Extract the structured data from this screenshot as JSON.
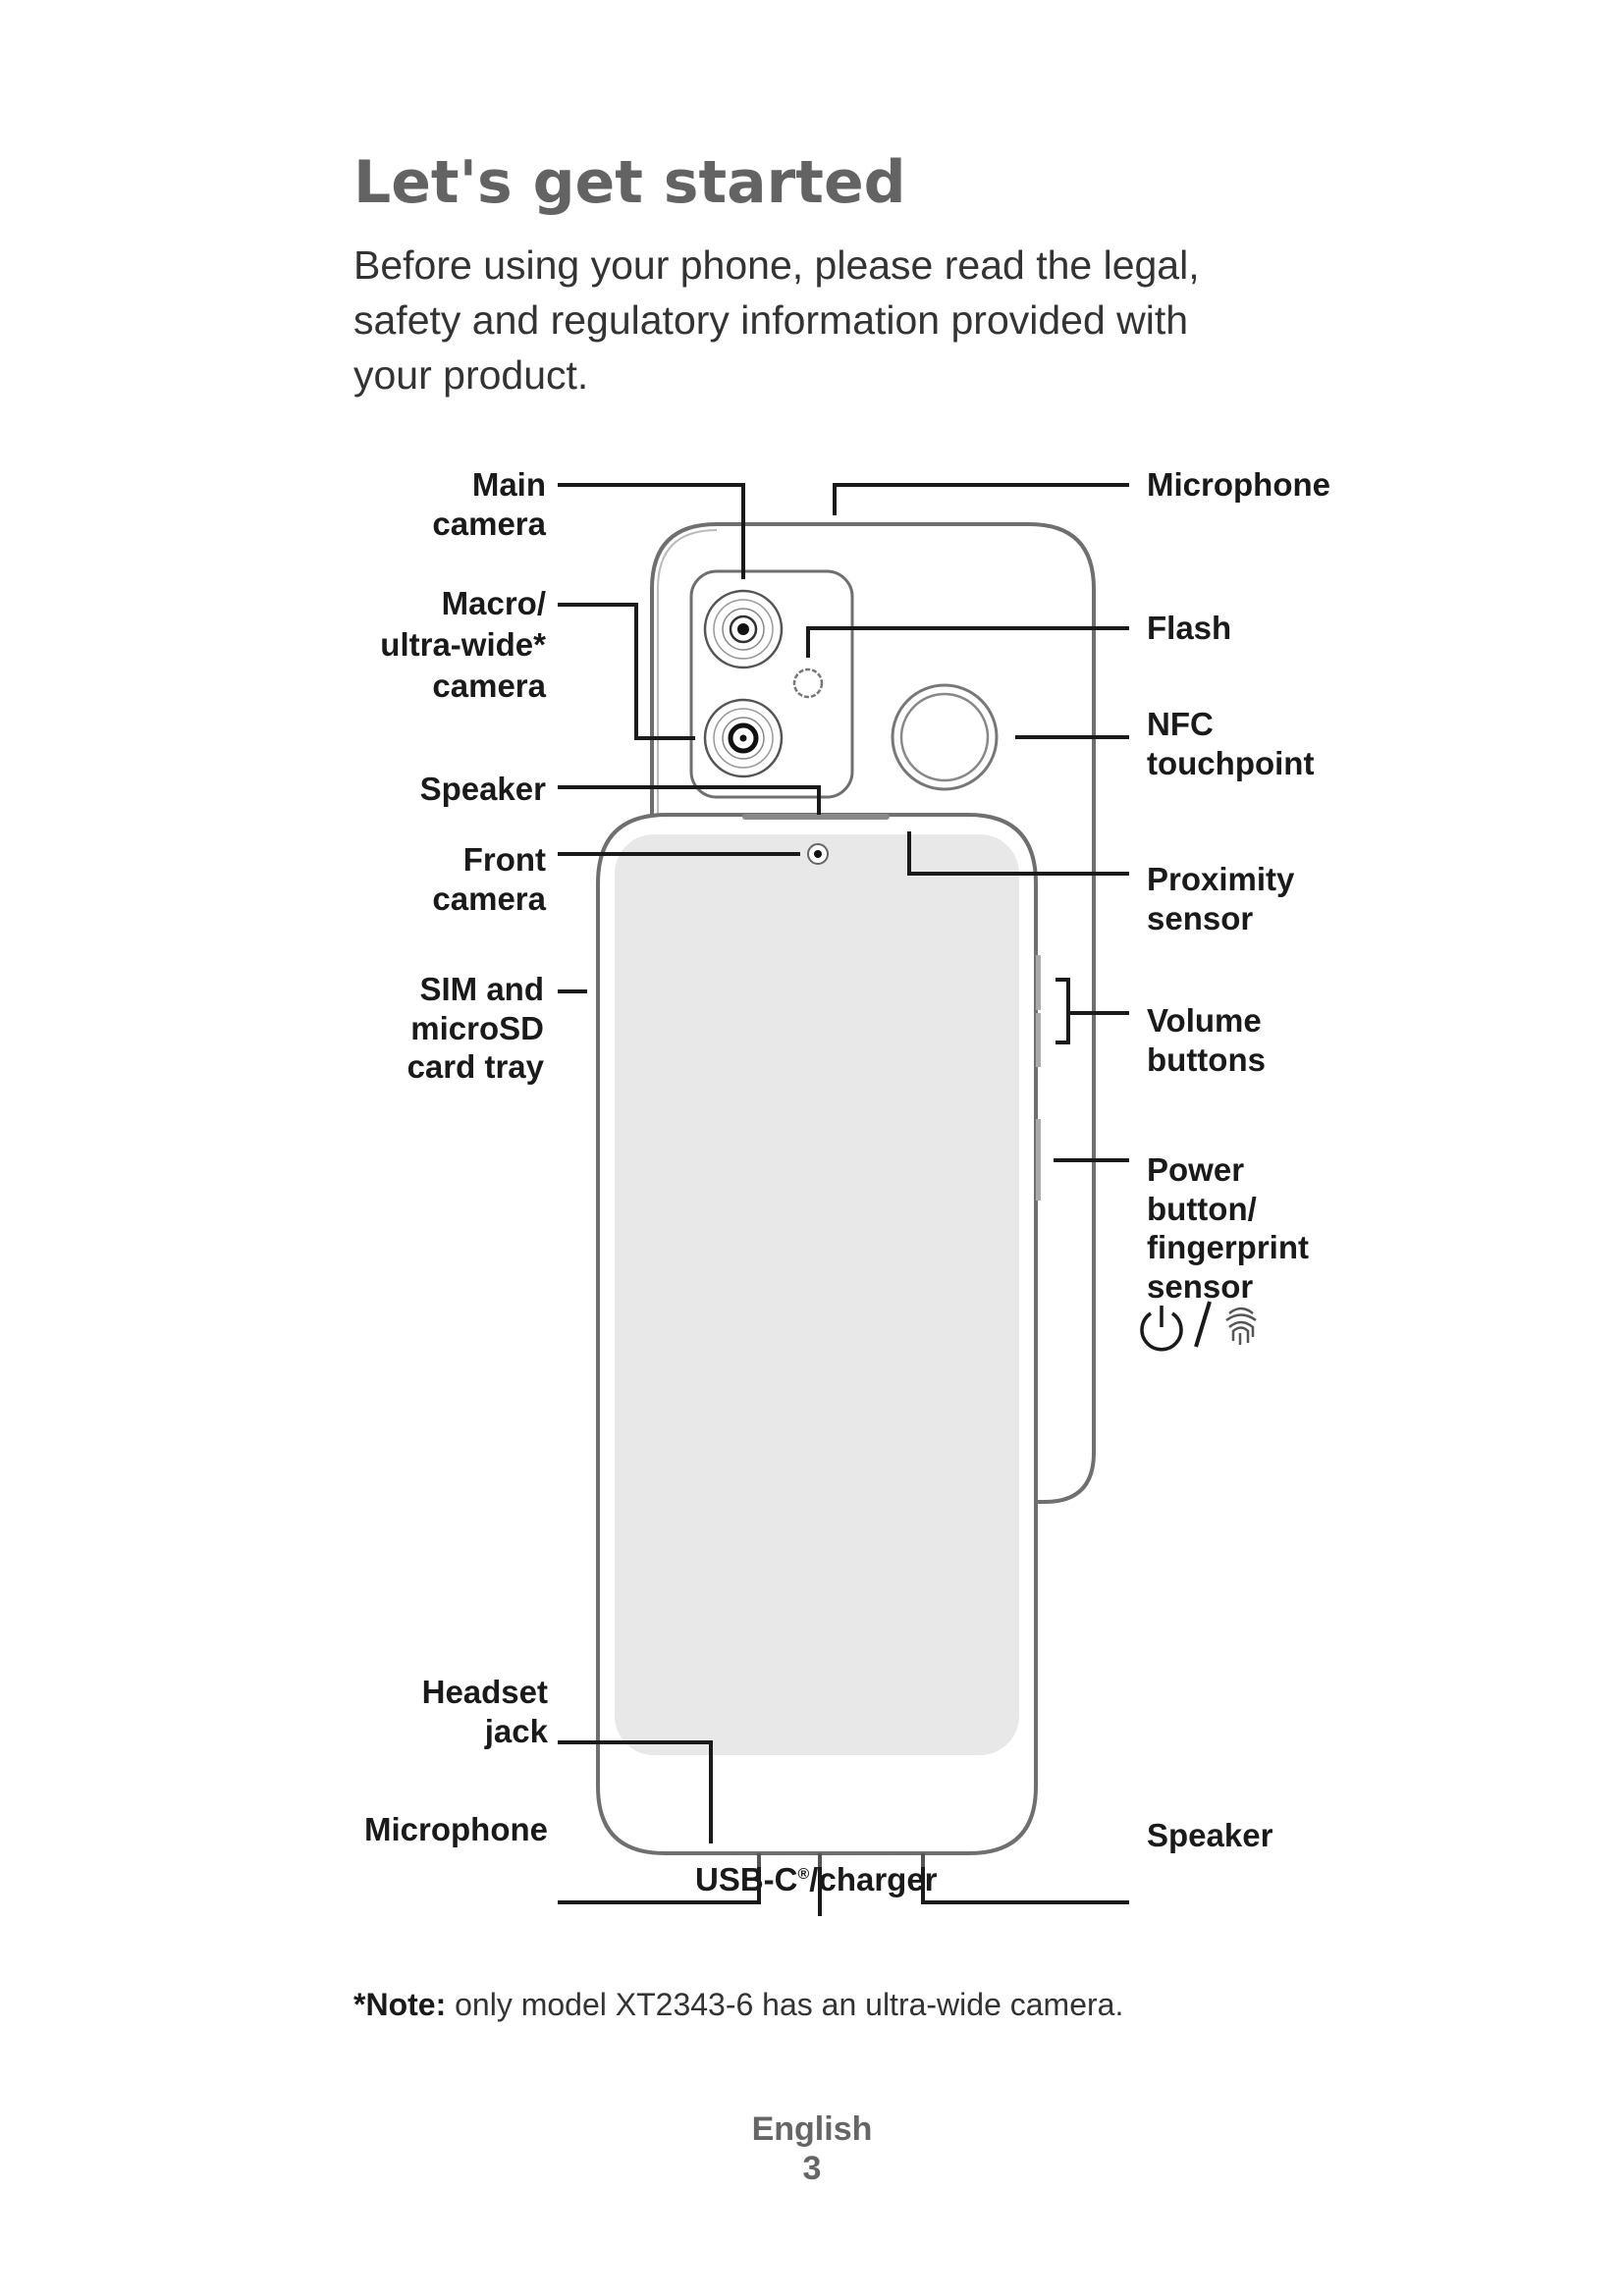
{
  "page": {
    "title": "Let's get started",
    "intro_lines": [
      "Before using your phone, please read the legal,",
      "safety and regulatory information provided with",
      "your product."
    ],
    "note_prefix": "*Note:",
    "note_text": " only model XT2343-6 has an ultra-wide camera.",
    "footer_language": "English",
    "footer_page_number": "3"
  },
  "diagram": {
    "left_labels": {
      "main_camera": [
        "Main",
        "camera"
      ],
      "macro_camera": [
        "Macro/",
        "ultra-wide*",
        "camera"
      ],
      "top_speaker": [
        "Speaker"
      ],
      "front_camera": [
        "Front",
        "camera"
      ],
      "sim_tray": [
        "SIM and",
        "microSD",
        "card tray"
      ],
      "headset_jack": [
        "Headset",
        "jack"
      ],
      "bottom_microphone": [
        "Microphone"
      ]
    },
    "right_labels": {
      "top_microphone": [
        "Microphone"
      ],
      "flash": [
        "Flash"
      ],
      "nfc": [
        "NFC",
        "touchpoint"
      ],
      "proximity": [
        "Proximity",
        "sensor"
      ],
      "volume": [
        "Volume",
        "buttons"
      ],
      "power": [
        "Power",
        "button/",
        "fingerprint",
        "sensor"
      ],
      "bottom_speaker": [
        "Speaker"
      ]
    },
    "bottom_labels": {
      "usb": "USB-C",
      "usb_reg": "®",
      "usb_suffix": "/charger"
    },
    "icons": {
      "power_icon": "power-icon",
      "separator": "/",
      "fingerprint_icon": "fingerprint-icon"
    },
    "colors": {
      "title": "#636363",
      "label": "#1a1a1a",
      "outline": "#6f6f6f",
      "screen": "#e8e8e8",
      "leader": "#1a1a1a"
    }
  }
}
